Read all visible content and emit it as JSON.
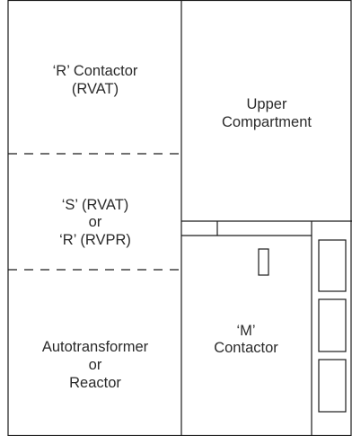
{
  "compartments": {
    "r_contactor": {
      "line1": "‘R’ Contactor",
      "line2": "(RVAT)"
    },
    "upper": {
      "line1": "Upper",
      "line2": "Compartment"
    },
    "s_contactor": {
      "line1": "‘S’ (RVAT)",
      "line2": "or",
      "line3": "‘R’ (RVPR)"
    },
    "m_contactor": {
      "line1": "‘M’",
      "line2": "Contactor"
    },
    "autotransformer": {
      "line1": "Autotransformer",
      "line2": "or",
      "line3": "Reactor"
    }
  }
}
